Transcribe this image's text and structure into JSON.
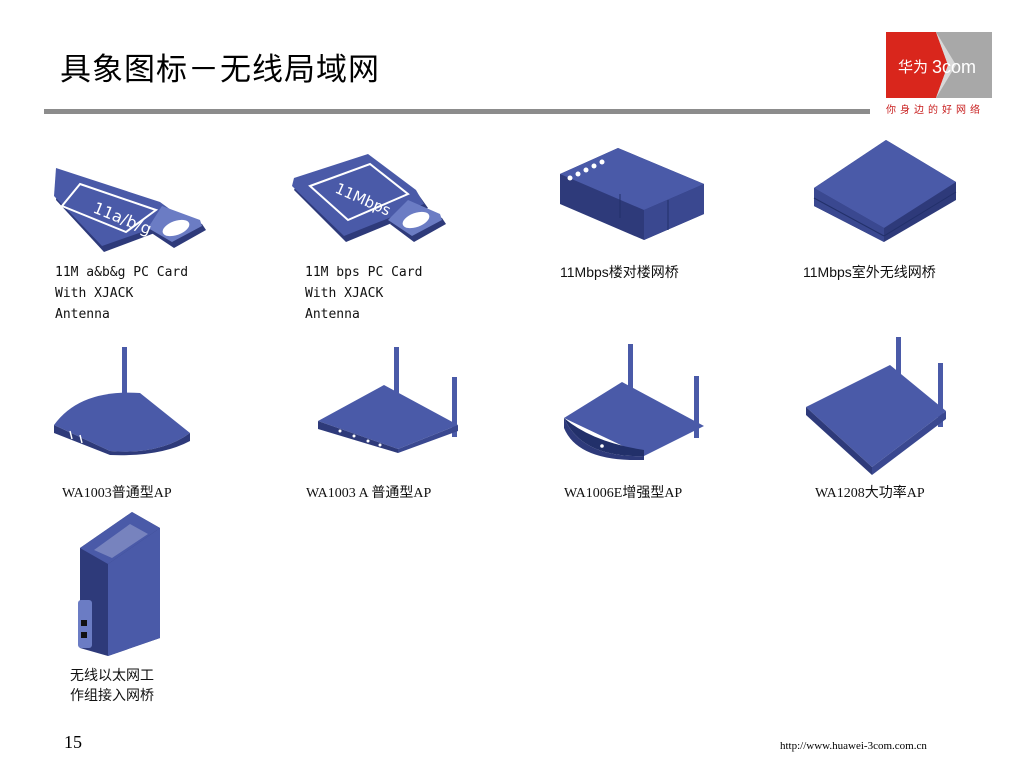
{
  "slide": {
    "title": "具象图标－无线局域网",
    "page_number": "15",
    "footer_url": "http://www.huawei-3com.com.cn"
  },
  "logo": {
    "brand_cn": "华为",
    "brand_en": "3com",
    "slogan": "你身边的好网络",
    "colors": {
      "red": "#d9261c",
      "gray": "#a8a8a8"
    }
  },
  "devices": [
    {
      "id": "pc-card-abg",
      "label": "11M a&b&g PC Card\nWith XJACK\nAntenna",
      "card_text": "11a/b/g",
      "icon": "pc-card-icon"
    },
    {
      "id": "pc-card-bps",
      "label": "11M bps PC Card\nWith XJACK\nAntenna",
      "card_text": "11Mbps",
      "icon": "pc-card-icon"
    },
    {
      "id": "bridge-building",
      "label": "11Mbps楼对楼网桥",
      "icon": "bridge-box-icon"
    },
    {
      "id": "bridge-outdoor",
      "label": "11Mbps室外无线网桥",
      "icon": "outdoor-bridge-icon"
    },
    {
      "id": "wa1003",
      "label": "WA1003普通型AP",
      "icon": "access-point-icon"
    },
    {
      "id": "wa1003a",
      "label": "WA1003 A 普通型AP",
      "icon": "access-point-icon"
    },
    {
      "id": "wa1006e",
      "label": "WA1006E增强型AP",
      "icon": "access-point-icon"
    },
    {
      "id": "wa1208",
      "label": "WA1208大功率AP",
      "icon": "access-point-icon"
    },
    {
      "id": "workgroup-bridge",
      "label": "无线以太网工\n作组接入网桥",
      "icon": "workgroup-bridge-icon"
    }
  ],
  "colors": {
    "device_fill": "#4a5aa8",
    "device_dark": "#2e3a7a",
    "device_light": "#6b7cc4"
  }
}
